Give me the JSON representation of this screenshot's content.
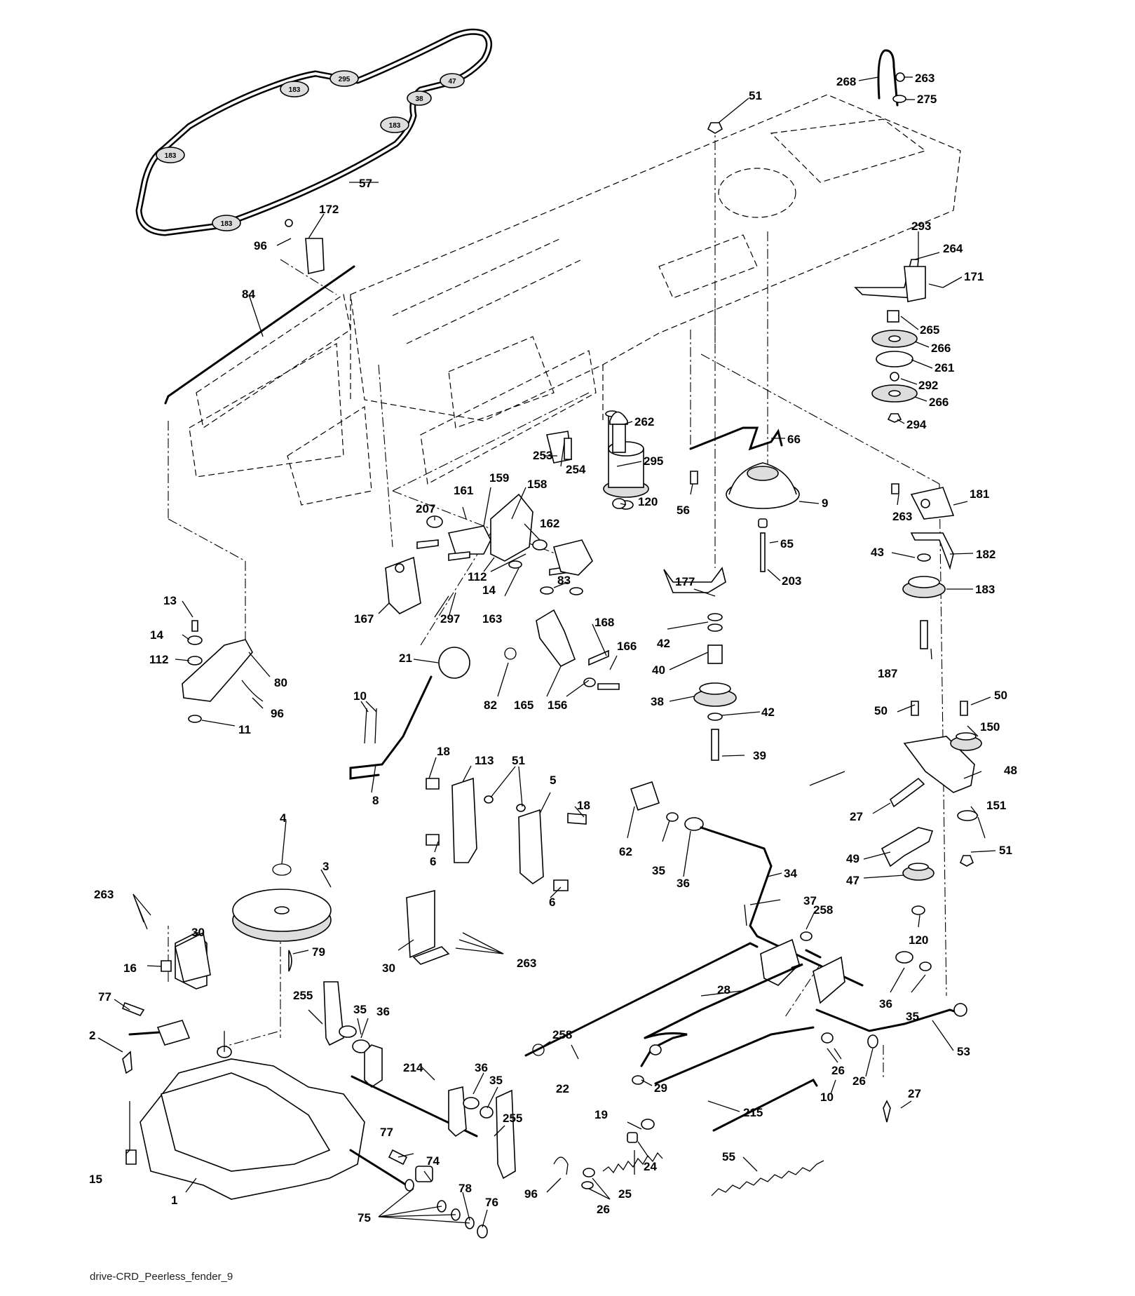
{
  "caption": "drive-CRD_Peerless_fender_9",
  "belt_badges": [
    "183",
    "295",
    "47",
    "38",
    "183",
    "183",
    "183"
  ],
  "labels": {
    "p268": "268",
    "p263a": "263",
    "p275": "275",
    "p51a": "51",
    "p57": "57",
    "p172": "172",
    "p96a": "96",
    "p84": "84",
    "p293": "293",
    "p264": "264",
    "p171": "171",
    "p265": "265",
    "p266a": "266",
    "p261": "261",
    "p292": "292",
    "p266b": "266",
    "p294": "294",
    "p262": "262",
    "p66": "66",
    "p295": "295",
    "p254": "254",
    "p253": "253",
    "p9": "9",
    "p120a": "120",
    "p56": "56",
    "p263b": "263",
    "p181": "181",
    "p159": "159",
    "p158": "158",
    "p161": "161",
    "p207": "207",
    "p162": "162",
    "p65": "65",
    "p43": "43",
    "p182": "182",
    "p203": "203",
    "p183": "183",
    "p112a": "112",
    "p14a": "14",
    "p167": "167",
    "p297": "297",
    "p163": "163",
    "p83": "83",
    "p177": "177",
    "p13": "13",
    "p14b": "14",
    "p112b": "112",
    "p80": "80",
    "p96b": "96",
    "p11": "11",
    "p21": "21",
    "p168": "168",
    "p166": "166",
    "p42a": "42",
    "p40": "40",
    "p187": "187",
    "p82": "82",
    "p165": "165",
    "p156": "156",
    "p38": "38",
    "p42b": "42",
    "p50a": "50",
    "p50b": "50",
    "p150": "150",
    "p10a": "10",
    "p39": "39",
    "p8": "8",
    "p18a": "18",
    "p113": "113",
    "p51b": "51",
    "p5": "5",
    "p48": "48",
    "p27a": "27",
    "p151": "151",
    "p18b": "18",
    "p62": "62",
    "p6a": "6",
    "p6b": "6",
    "p35a": "35",
    "p36a": "36",
    "p34": "34",
    "p51c": "51",
    "p49": "49",
    "p47": "47",
    "p4": "4",
    "p3": "3",
    "p263c": "263",
    "p30a": "30",
    "p37": "37",
    "p258a": "258",
    "p120b": "120",
    "p16": "16",
    "p79": "79",
    "p30b": "30",
    "p263d": "263",
    "p77a": "77",
    "p28": "28",
    "p36b": "36",
    "p35b": "35",
    "p255a": "255",
    "p35c": "35",
    "p36c": "36",
    "p2": "2",
    "p258b": "258",
    "p26a": "26",
    "p53": "53",
    "p214": "214",
    "p36d": "36",
    "p35d": "35",
    "p29": "29",
    "p215": "215",
    "p22": "22",
    "p10b": "10",
    "p26b": "26",
    "p27b": "27",
    "p255b": "255",
    "p19": "19",
    "p55": "55",
    "p15": "15",
    "p77b": "77",
    "p74": "74",
    "p24": "24",
    "p1": "1",
    "p96c": "96",
    "p25": "25",
    "p78": "78",
    "p76": "76",
    "p26c": "26",
    "p75": "75"
  }
}
